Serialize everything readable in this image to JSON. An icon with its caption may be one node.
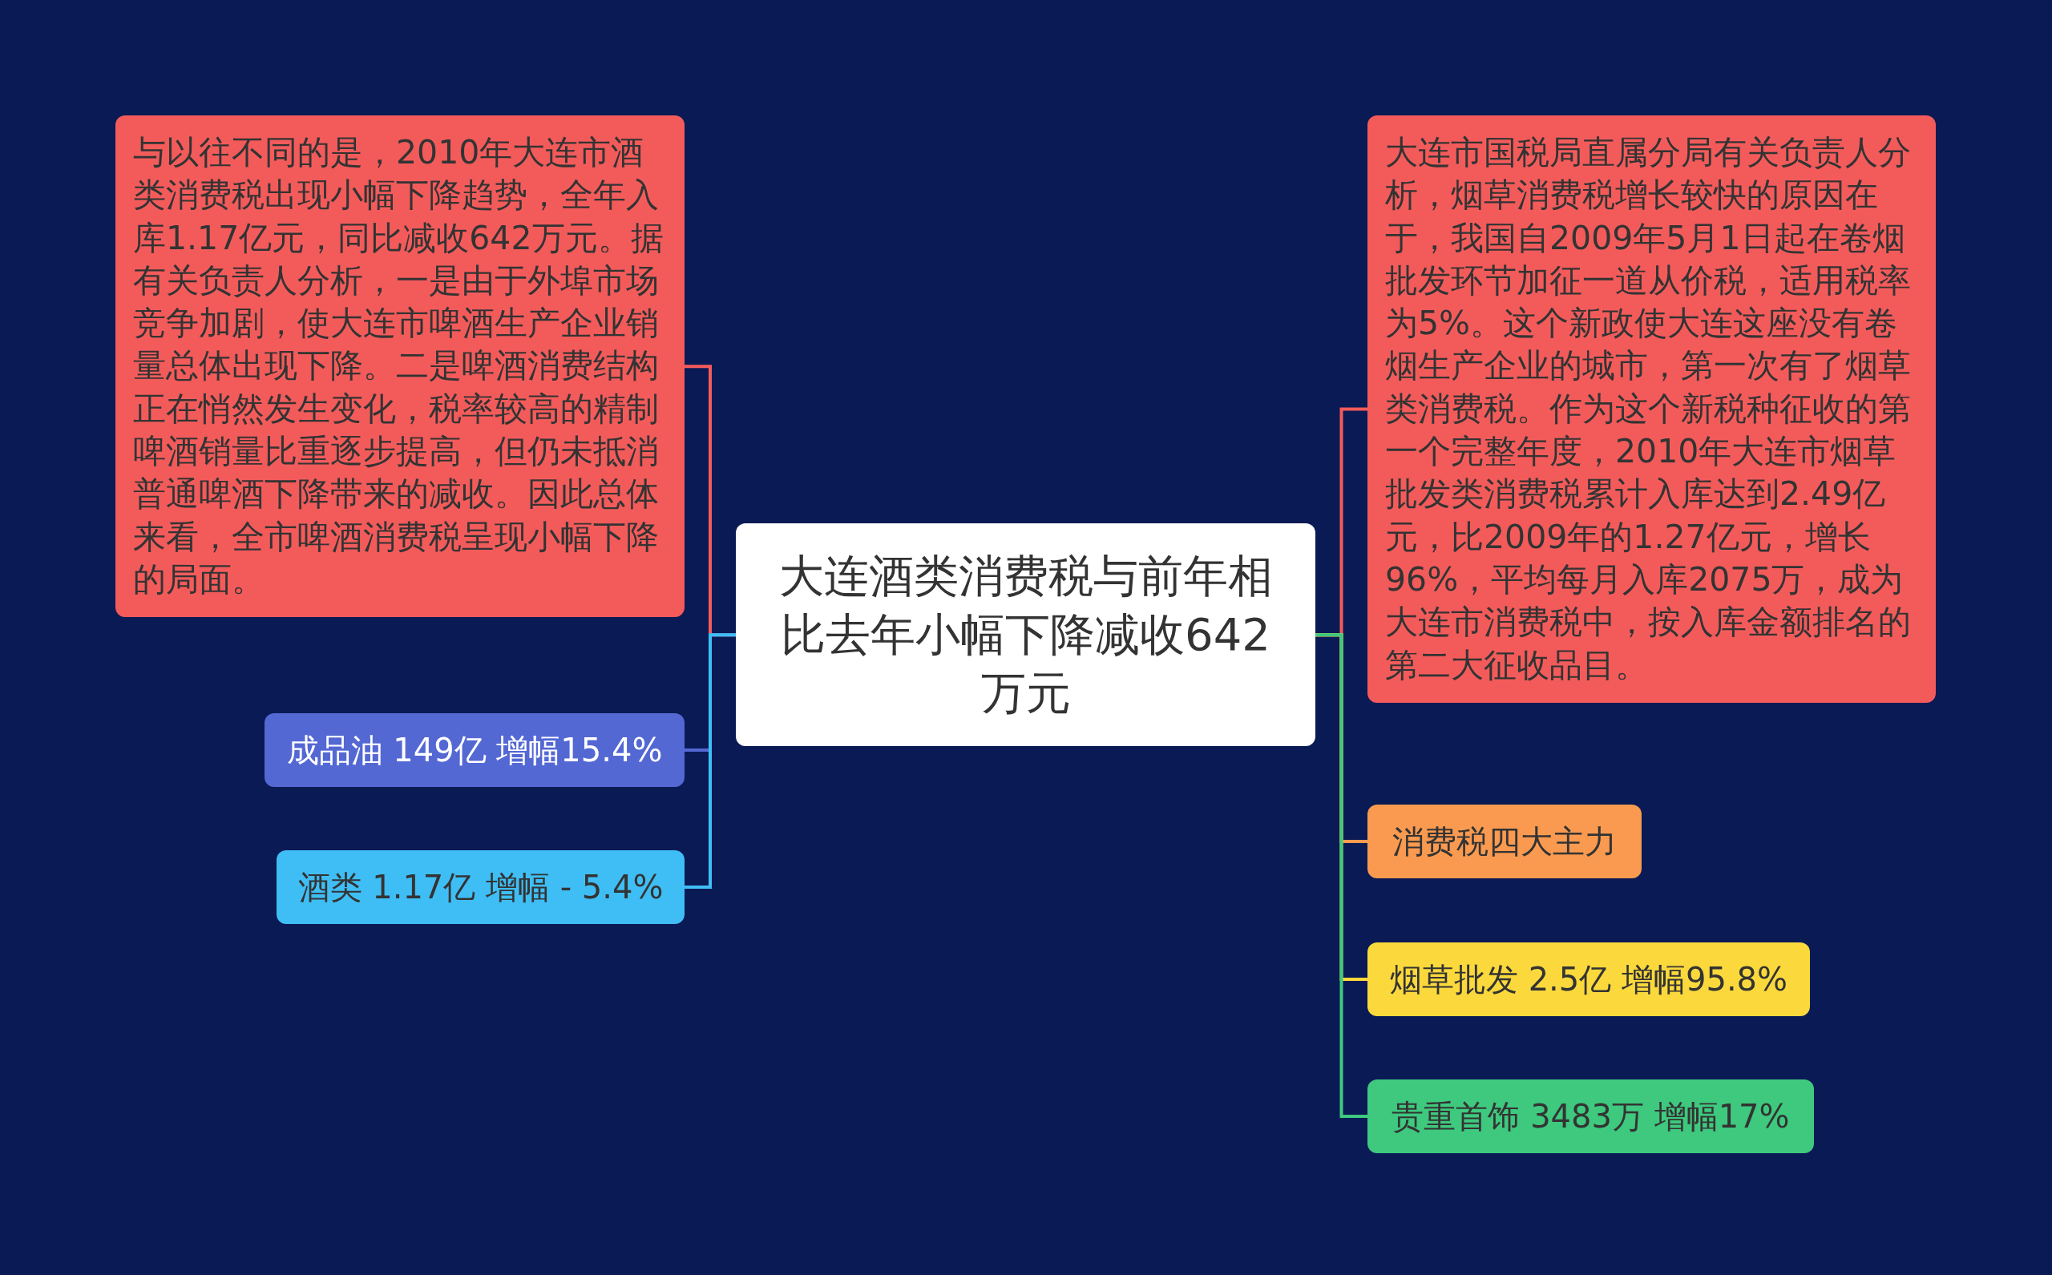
{
  "diagram": {
    "nodes": [
      {
        "text": [
          "大连酒类消费税与前年相比去年小幅下降减收642万元"
        ]
      },
      {
        "text": [
          "与以往不同的是，2010年大连市酒类消费税出现小幅下降趋势，全年入库1.17亿元，同比减收642万元。据有关负责人分析，一是由于外埠市场竞争加剧，使大连市啤酒生产企业销量总体出现下降。二是啤酒消费结构正在悄然发生变化，税率较高的精制啤酒销量比重逐步提高，但仍未抵消普通啤酒下降带来的减收。因此总体来看，全市啤酒消费税呈现小幅下降的局面。"
        ]
      },
      {
        "text": [
          "成品油 149亿 增幅15.4%"
        ]
      },
      {
        "text": [
          "酒类 1.17亿 增幅 - 5.4%"
        ]
      },
      {
        "text": [
          "大连市国税局直属分局有关负责人分析，烟草消费税增长较快的原因在于，我国自2009年5月1日起在卷烟批发环节加征一道从价税，适用税率为5%。这个新政使大连这座没有卷烟生产企业的城市，第一次有了烟草类消费税。作为这个新税种征收的第一个完整年度，2010年大连市烟草批发类消费税累计入库达到2.49亿元，比2009年的1.27亿元，增长96%，平均每月入库2075万，成为大连市消费税中，按入库金额排名的第二大征收品目。"
        ]
      },
      {
        "text": [
          "消费税四大主力"
        ]
      },
      {
        "text": [
          "烟草批发 2.5亿 增幅95.8%"
        ]
      },
      {
        "text": [
          "贵重首饰 3483万 增幅17%"
        ]
      }
    ],
    "edges": [
      {
        "from": 0,
        "to": 1,
        "arrow": "none",
        "color": "#f35b5b"
      },
      {
        "from": 0,
        "to": 2,
        "arrow": "none",
        "color": "#5468d4"
      },
      {
        "from": 0,
        "to": 3,
        "arrow": "none",
        "color": "#3fbef5"
      },
      {
        "from": 0,
        "to": 4,
        "arrow": "none",
        "color": "#f35b5b"
      },
      {
        "from": 0,
        "to": 5,
        "arrow": "none",
        "color": "#f99a50"
      },
      {
        "from": 0,
        "to": 6,
        "arrow": "none",
        "color": "#fbd93c"
      },
      {
        "from": 0,
        "to": 7,
        "arrow": "none",
        "color": "#3ec97e"
      }
    ]
  }
}
